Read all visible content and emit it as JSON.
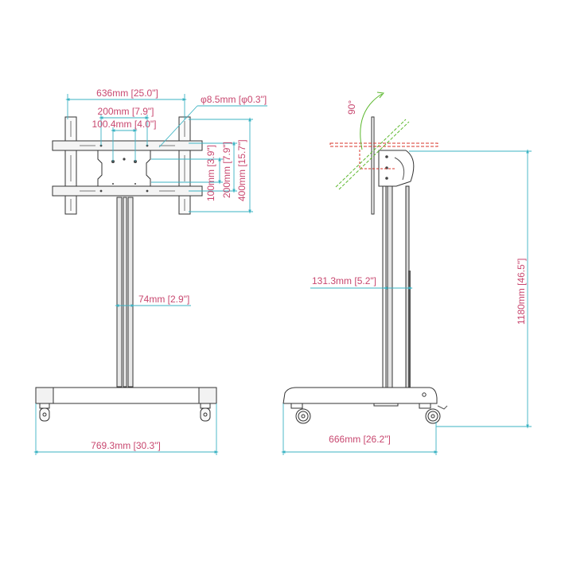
{
  "colors": {
    "dimension_line": "#3bb3c3",
    "dimension_text": "#c8476f",
    "outline": "#333333",
    "tilt_red": "#d9342b",
    "tilt_green": "#5cb82e"
  },
  "front_view": {
    "width_mount": "636mm [25.0\"]",
    "hole_diameter": "φ8.5mm [φ0.3\"]",
    "vesa_200_h": "200mm [7.9\"]",
    "vesa_100_h": "100.4mm [4.0\"]",
    "vesa_100_v": "100mm [3.9\"]",
    "vesa_200_v": "200mm [7.9\"]",
    "vesa_400_v": "400mm [15.7\"]",
    "column_width": "74mm [2.9\"]",
    "base_width": "769.3mm [30.3\"]"
  },
  "side_view": {
    "tilt_angle": "90°",
    "column_depth": "131.3mm [5.2\"]",
    "total_height": "1180mm [46.5\"]",
    "base_depth": "666mm [26.2\"]"
  }
}
